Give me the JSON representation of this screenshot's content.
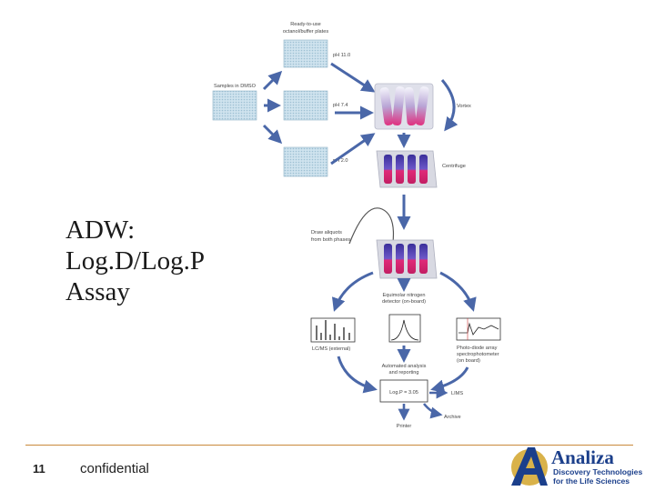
{
  "slide": {
    "title_lines": [
      "ADW:",
      "Log.D/Log.P",
      "Assay"
    ],
    "page_number": "11",
    "footer_text": "confidential"
  },
  "logo": {
    "name": "Analiza",
    "tagline_line1": "Discovery Technologies",
    "tagline_line2": "for the Life Sciences",
    "colors": {
      "blue": "#1b3f8b",
      "gold": "#d9b24a"
    }
  },
  "diagram": {
    "labels": {
      "ready_plates_1": "Ready-to-use",
      "ready_plates_2": "octanol/buffer plates",
      "samples": "Samples in DMSO",
      "ph_high": "pH 11.0",
      "ph_mid": "pH 7.4",
      "ph_low": "pH 2.0",
      "vortex": "Vortex",
      "centrifuge": "Centrifuge",
      "draw_1": "Draw aliquots",
      "draw_2": "from both phases",
      "nitrogen_1": "Equimolar nitrogen",
      "nitrogen_2": "detector (on-board)",
      "lcms": "LC/MS (external)",
      "pda_1": "Photo-diode array",
      "pda_2": "spectrophotometer",
      "pda_3": "(on board)",
      "auto_1": "Automated analysis",
      "auto_2": "and reporting",
      "result": "Log.P = 3.05",
      "lims": "LIMS",
      "archive": "Archive",
      "printer": "Printer"
    }
  }
}
